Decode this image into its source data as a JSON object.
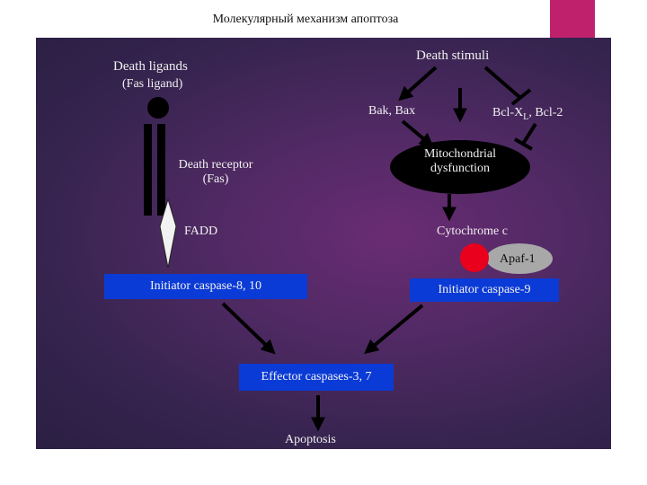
{
  "page_title": "Молекулярный механизм апоптоза",
  "colors": {
    "accent": "#c0216c",
    "panel": "#4e2962",
    "box_blue": "#0b3bd6",
    "red_dot": "#e8001c",
    "apaf_gray": "#a8a8a8"
  },
  "diagram": {
    "death_ligands": "Death ligands",
    "fas_ligand": "(Fas ligand)",
    "death_stimuli": "Death stimuli",
    "bak_bax": "Bak, Bax",
    "bcl_prefix": "Bcl-X",
    "bcl_sub": "L",
    "bcl_suffix": ", Bcl-2",
    "mito_line1": "Mitochondrial",
    "mito_line2": "dysfunction",
    "death_receptor": "Death receptor",
    "fas": "(Fas)",
    "fadd": "FADD",
    "cytochrome_c": "Cytochrome c",
    "apaf1": "Apaf-1",
    "initiator_8_10": "Initiator caspase-8, 10",
    "initiator_9": "Initiator caspase-9",
    "effector": "Effector caspases-3, 7",
    "apoptosis": "Apoptosis"
  }
}
